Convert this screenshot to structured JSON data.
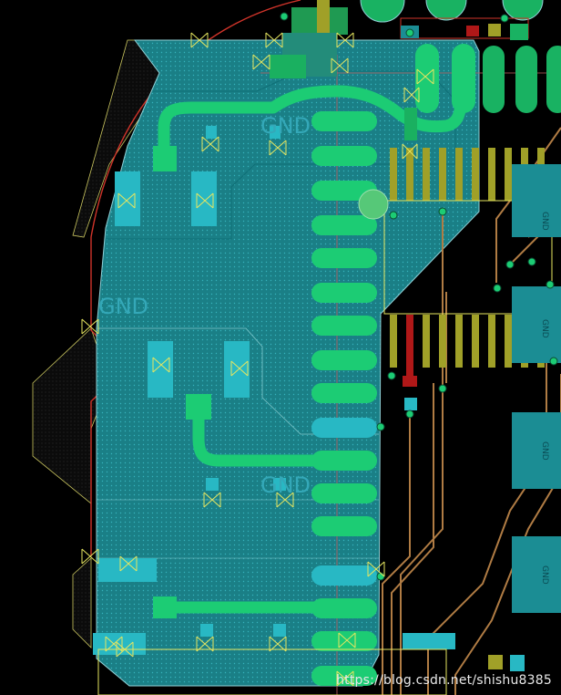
{
  "view": {
    "background_color": "#000000",
    "copper_pour_color": "#1f8e96",
    "track_color": "#1ccc74",
    "pad_color": "#19cc74",
    "smd_pad_color": "#27b8c4",
    "board_outline_color": "#d1342a",
    "silkscreen_color": "#d8d84a",
    "trace_copper_color": "#b07c44"
  },
  "net_labels": {
    "gnd_top": "GND",
    "gnd_left": "GND",
    "gnd_bottom": "GND",
    "gnd_pad_1": "GND",
    "gnd_pad_2": "GND",
    "gnd_pad_3": "GND",
    "gnd_pad_4": "GND"
  },
  "watermark": "https://blog.csdn.net/shishu8385"
}
